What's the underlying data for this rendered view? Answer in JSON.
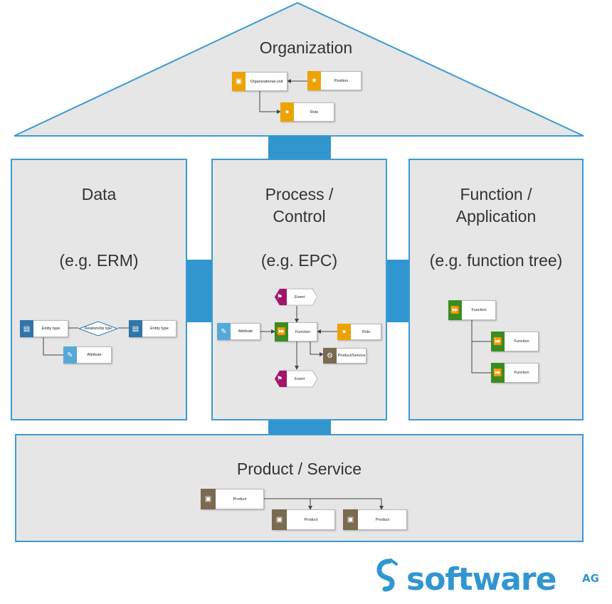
{
  "colors": {
    "frame": "#3d9ad2",
    "connector": "#3196d0",
    "panel": "#e6e6e6",
    "org": "#eea200",
    "data": "#2f75a8",
    "attribute": "#55a8d8",
    "function": "#3a8c21",
    "event": "#a3146d",
    "product": "#7a6a50",
    "logo": "#3196d0"
  },
  "organization": {
    "title": "Organization",
    "nodes": {
      "org_unit": "Organizational unit",
      "position": "Position",
      "role": "Role"
    }
  },
  "data_panel": {
    "title": "Data",
    "example": "(e.g. ERM)",
    "nodes": {
      "entity_left": "Entity type",
      "relationship": "Relationship type",
      "entity_right": "Entity type",
      "attribute": "Attribute"
    }
  },
  "process_panel": {
    "title_line1": "Process /",
    "title_line2": "Control",
    "example": "(e.g. EPC)",
    "nodes": {
      "event_top": "Event",
      "attribute": "Attribute",
      "function": "Function",
      "role": "Role",
      "product_service": "Product/Service",
      "event_bottom": "Event"
    }
  },
  "function_panel": {
    "title_line1": "Function /",
    "title_line2": "Application",
    "example": "(e.g. function tree)",
    "nodes": {
      "root": "Function",
      "child1": "Function",
      "child2": "Function"
    }
  },
  "product_panel": {
    "title": "Product / Service",
    "nodes": {
      "root": "Product",
      "child1": "Product",
      "child2": "Product"
    }
  },
  "logo": {
    "name": "software",
    "suffix": "AG"
  }
}
